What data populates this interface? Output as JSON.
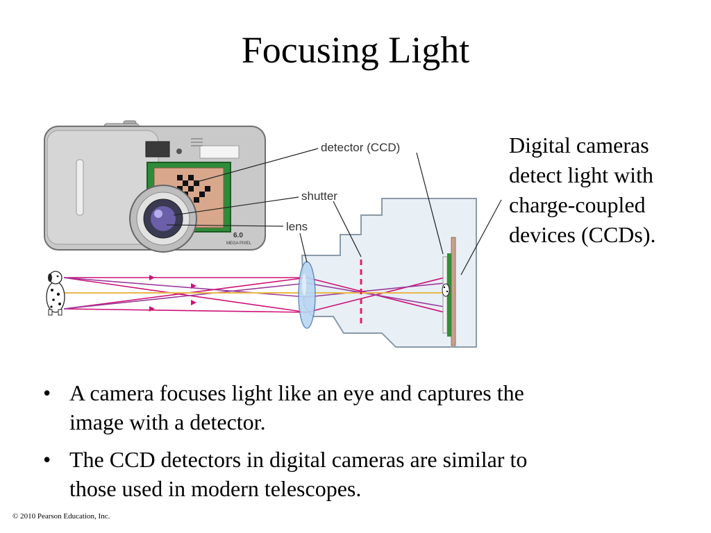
{
  "title": "Focusing Light",
  "diagram": {
    "labels": {
      "detector": "detector (CCD)",
      "shutter": "shutter",
      "lens": "lens"
    },
    "camera_model_text": "6.0",
    "camera_megapixel_text": "MEGA PIXEL",
    "colors": {
      "ray_magenta": "#cc1177",
      "ray_purple": "#9a3b9a",
      "ray_yellow": "#e8b84a",
      "shutter_red": "#e0206a",
      "detector_green": "#2f8f3a",
      "camera_body": "#c8c8c8",
      "cutaway_fill": "#e8eff5"
    }
  },
  "side_caption": {
    "lines": [
      "Digital cameras",
      "detect light with",
      "charge-coupled",
      "devices (CCDs)."
    ]
  },
  "bullets": [
    {
      "marker": "•",
      "lines": [
        "A camera focuses light like an eye and captures the",
        "image with a detector."
      ]
    },
    {
      "marker": "•",
      "lines": [
        "The CCD detectors in digital cameras are similar to",
        "those used in modern telescopes."
      ]
    }
  ],
  "copyright": "© 2010 Pearson Education, Inc."
}
